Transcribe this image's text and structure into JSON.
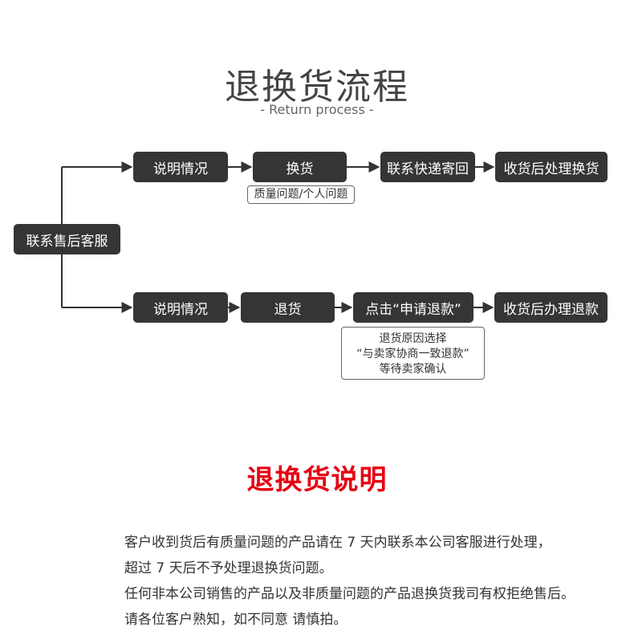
{
  "header": {
    "title": "退换货流程",
    "subtitle": "- Return process -"
  },
  "flow": {
    "start": "联系售后客服",
    "exchange": {
      "steps": [
        "说明情况",
        "换货",
        "联系快递寄回",
        "收货后处理换货"
      ],
      "note": "质量问题/个人问题"
    },
    "refund": {
      "steps": [
        "说明情况",
        "退货",
        "点击“申请退款”",
        "收货后办理退款"
      ],
      "note": [
        "退货原因选择",
        "“与卖家协商一致退款”",
        "等待卖家确认"
      ]
    }
  },
  "policy": {
    "title": "退换货说明",
    "lines": [
      "客户收到货后有质量问题的产品请在 7 天内联系本公司客服进行处理，",
      "超过 7 天后不予处理退换货问题。",
      "任何非本公司销售的产品以及非质量问题的产品退换货我司有权拒绝售后。",
      "请各位客户熟知，如不同意 请慎拍。"
    ]
  },
  "colors": {
    "box": "#353535",
    "accent_red": "#e60012"
  }
}
